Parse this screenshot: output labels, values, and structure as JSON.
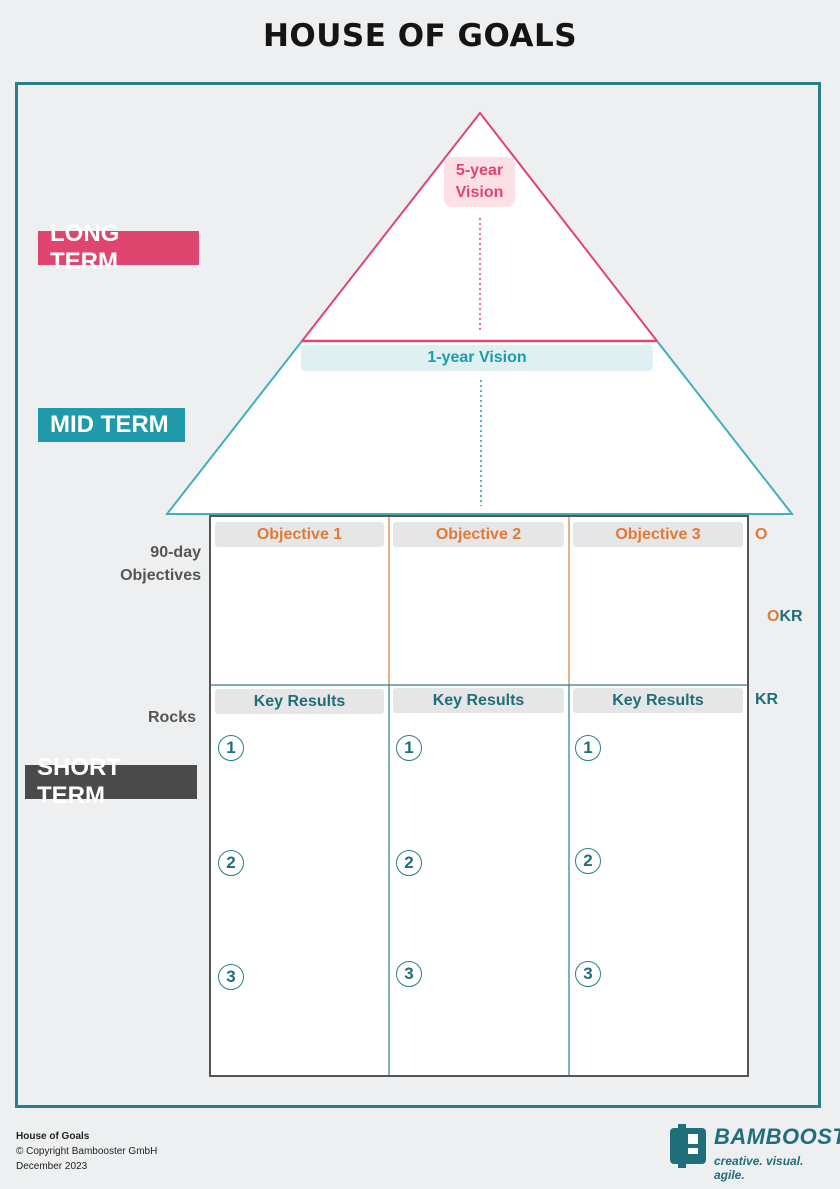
{
  "header": {
    "title": "HOUSE OF GOALS"
  },
  "terms": {
    "long": "LONG TERM",
    "mid": "MID TERM",
    "short": "SHORT TERM"
  },
  "roof": {
    "five_year_line1": "5-year",
    "five_year_line2": "Vision",
    "one_year": "1-year Vision"
  },
  "side_labels": {
    "objectives_line1": "90-day",
    "objectives_line2": "Objectives",
    "rocks": "Rocks"
  },
  "objectives": [
    "Objective 1",
    "Objective 2",
    "Objective 3"
  ],
  "key_results": [
    "Key Results",
    "Key Results",
    "Key Results"
  ],
  "numbers": [
    "1",
    "2",
    "3"
  ],
  "okr_tags": {
    "o": "O",
    "okr_o": "O",
    "okr_kr": "KR",
    "kr": "KR"
  },
  "footer": {
    "title": "House of Goals",
    "copyright": "© Copyright Bambooster GmbH",
    "date": "December 2023"
  },
  "logo": {
    "word": "BAMBOOSTER",
    "tagline": "creative. visual. agile."
  },
  "colors": {
    "frame": "#2a7f8b",
    "long_term": "#e0456f",
    "mid_term": "#1e9aa8",
    "short_term": "#4a4a4a",
    "objective": "#e07a35",
    "key_result": "#1e6f7a"
  }
}
